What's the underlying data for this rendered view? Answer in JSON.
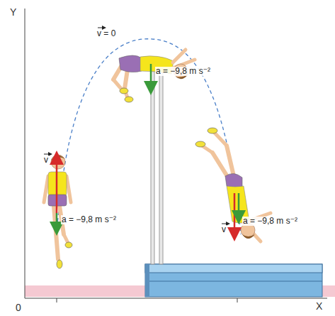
{
  "diagram": {
    "labels": [
      "Y",
      "v = 0",
      "a = −9,8 m s⁻²",
      "v",
      "a = −9,8 m s⁻²",
      "a = −9,8 m s⁻²",
      "v",
      "0",
      "X"
    ]
  }
}
